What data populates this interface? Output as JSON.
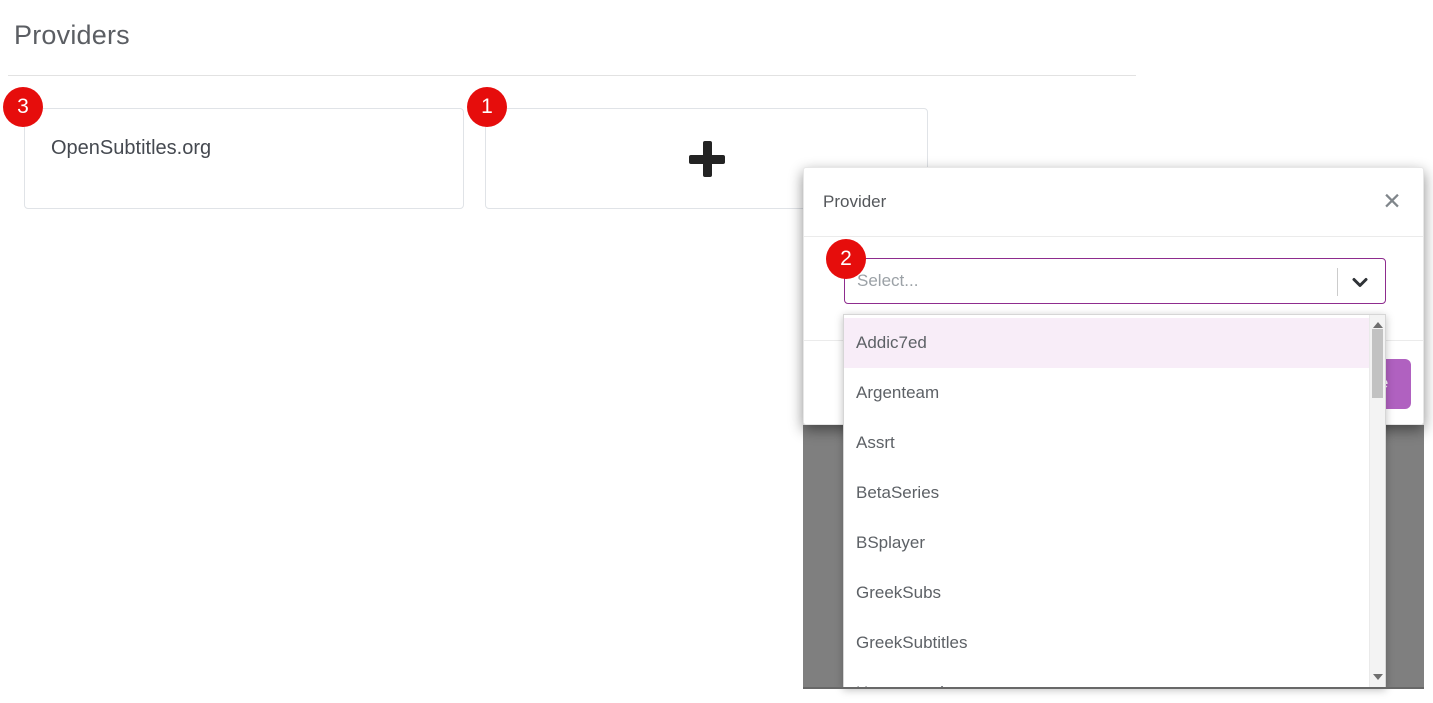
{
  "page": {
    "title": "Providers"
  },
  "annotations": {
    "badge_color": "#e60d0c",
    "marker_1": "1",
    "marker_2": "2",
    "marker_3": "3"
  },
  "cards": {
    "provider_label": "OpenSubtitles.org",
    "add_icon": "plus-icon"
  },
  "modal": {
    "title": "Provider",
    "close_icon": "close-x",
    "accent_color": "#8e2c8e",
    "select": {
      "placeholder": "Select...",
      "value": ""
    },
    "save_label": "Save",
    "save_button_color": "#b061c0"
  },
  "dropdown": {
    "highlight_color": "#f8edf8",
    "highlighted_index": 0,
    "options": [
      "Addic7ed",
      "Argenteam",
      "Assrt",
      "BetaSeries",
      "BSplayer",
      "GreekSubs",
      "GreekSubtitles",
      "Hosszupuska"
    ]
  }
}
